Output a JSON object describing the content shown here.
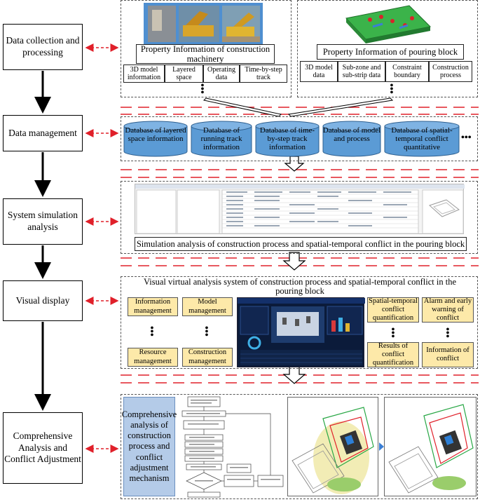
{
  "stages": [
    "Data collection and processing",
    "Data management",
    "System simulation analysis",
    "Visual display",
    "Comprehensive Analysis and Conflict Adjustment"
  ],
  "collection": {
    "machinery_title": "Property Information of construction machinery",
    "machinery_items": [
      "3D model information",
      "Layered space",
      "Operating data",
      "Time-by-step track"
    ],
    "block_title": "Property Information of pouring block",
    "block_items": [
      "3D model data",
      "Sub-zone and sub-strip data",
      "Constraint boundary",
      "Construction process"
    ]
  },
  "databases": [
    "Database of layered space information",
    "Database of running track information",
    "Database of time-by-step track information",
    "Database of model and process",
    "Database of spatial-temporal conflict quantitative"
  ],
  "simulation": {
    "caption": "Simulation analysis of construction process and spatial-temporal conflict in the pouring block"
  },
  "visual": {
    "title": "Visual virtual analysis system of construction process and spatial-temporal conflict in the pouring block",
    "left_items": [
      "Information management",
      "Model management",
      "Resource management",
      "Construction management"
    ],
    "right_items": [
      "Spatial-temporal conflict quantification",
      "Alarm and early warning of conflict",
      "Results of conflict quantification",
      "Information of conflict"
    ]
  },
  "comprehensive": {
    "mechanism": "Comprehensive analysis of construction process and conflict adjustment mechanism"
  },
  "colors": {
    "db_fill": "#5b9bd5",
    "db_border": "#2e5f8f",
    "yellow_fill": "#fde9a9",
    "mechanism_fill": "#b4cbe8",
    "red_dash": "#e0202a"
  }
}
